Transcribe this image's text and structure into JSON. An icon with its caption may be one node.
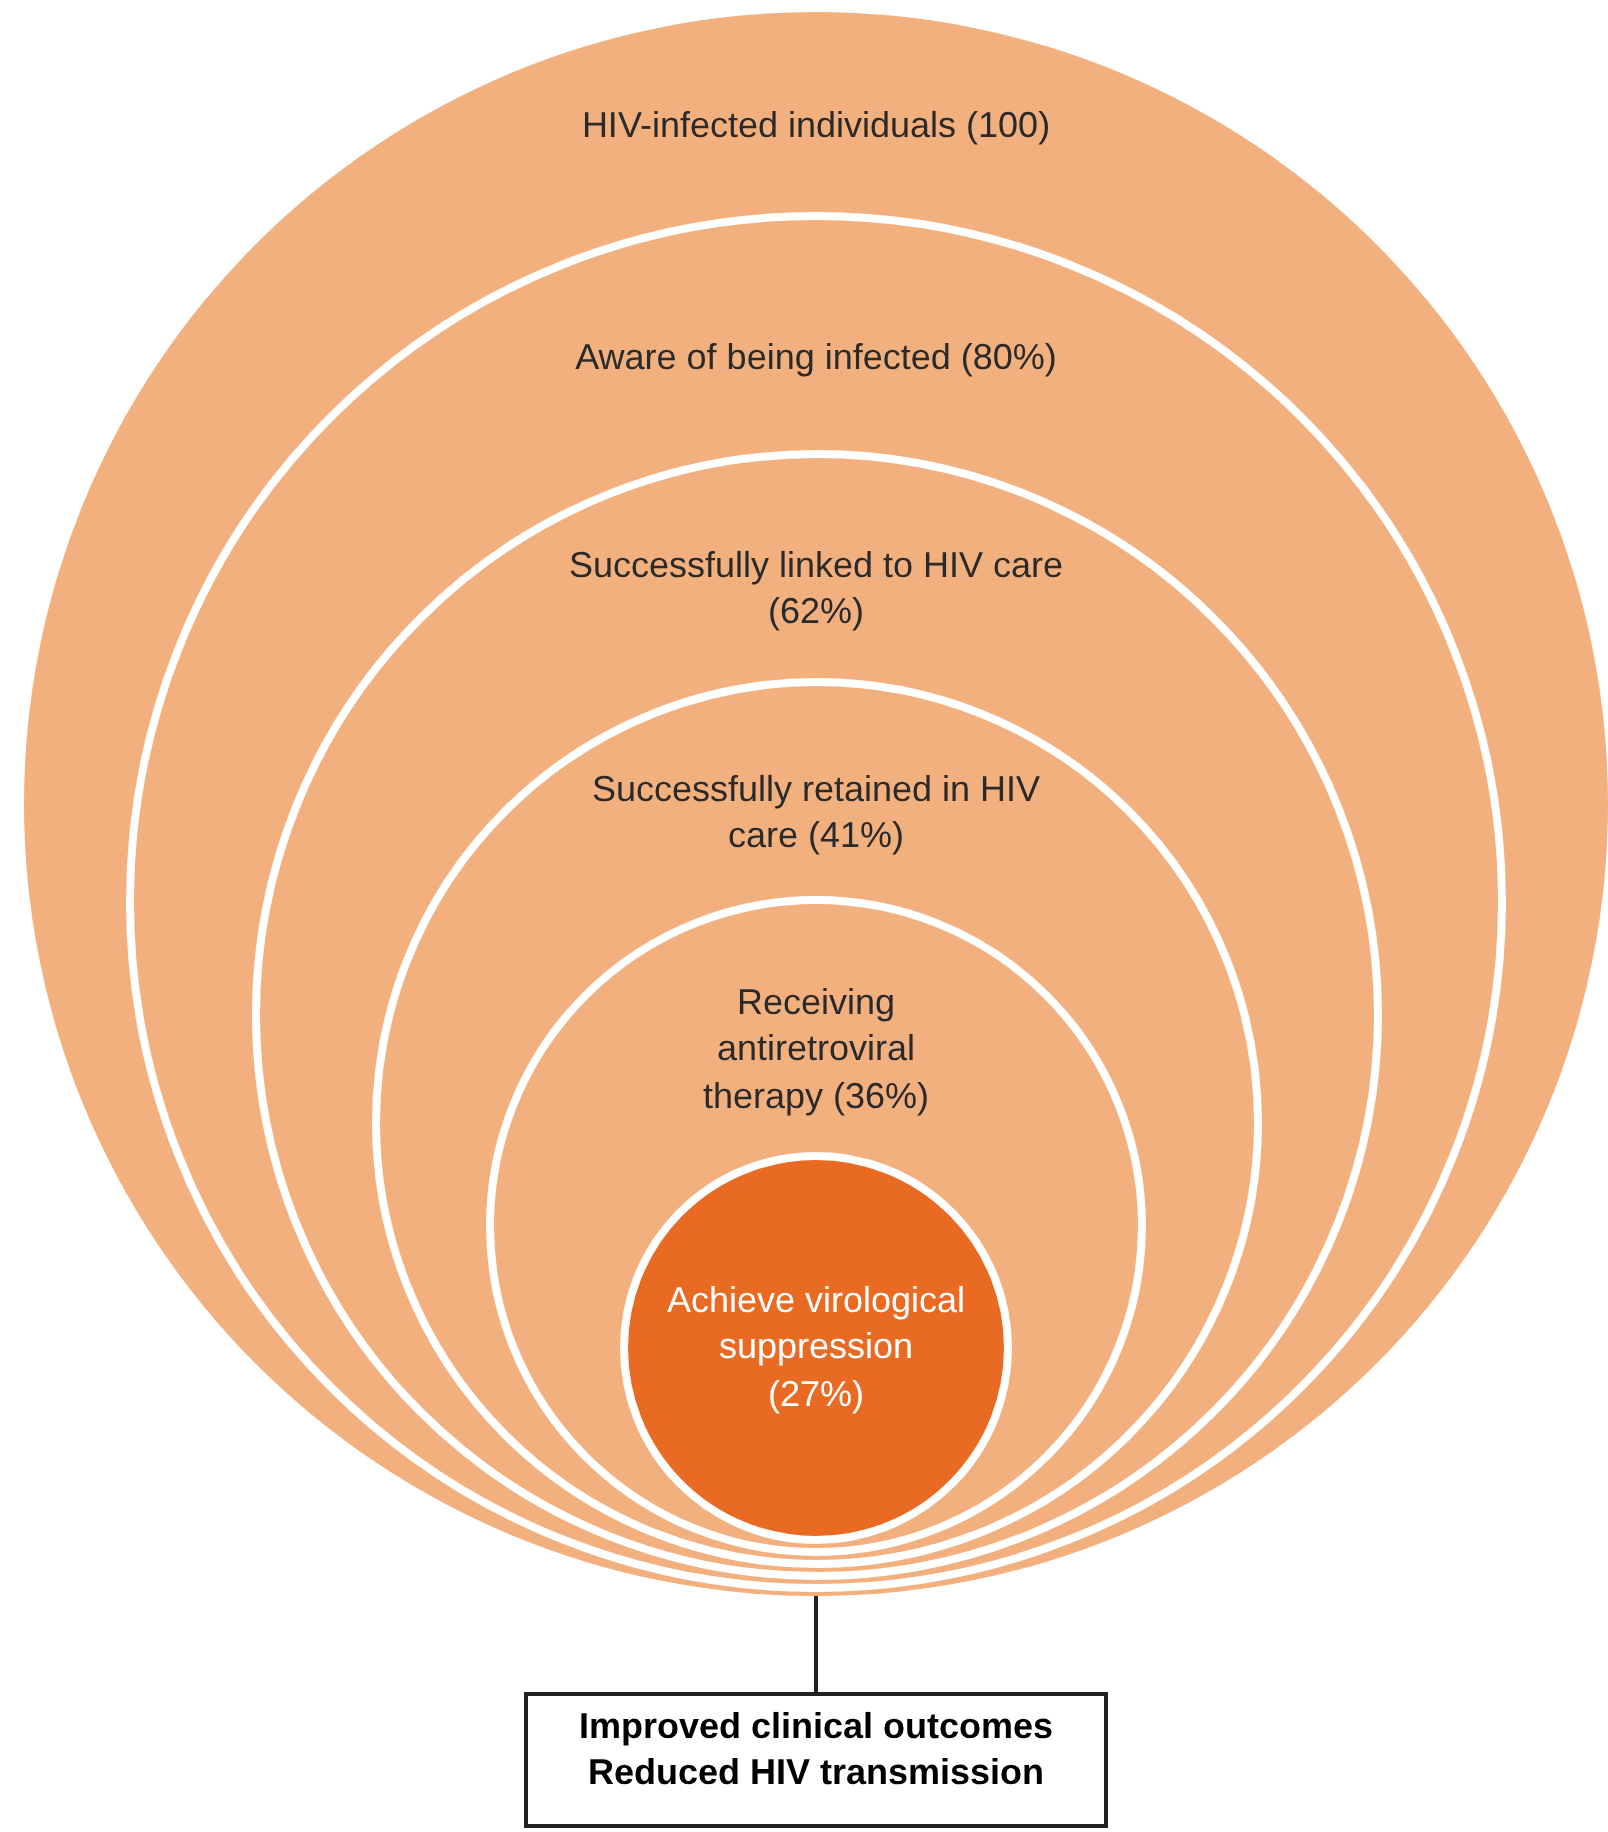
{
  "diagram": {
    "nodes": [
      {
        "text": [
          "HIV-infected individuals (100)"
        ]
      },
      {
        "text": [
          "Aware of being infected (80%)"
        ],
        "in": 0
      },
      {
        "text": [
          "Successfully linked to HIV care (62%)"
        ],
        "in": 1
      },
      {
        "text": [
          "Successfully retained in HIV care (41%)"
        ],
        "in": 2
      },
      {
        "text": [
          "Receiving antiretroviral therapy (36%)"
        ],
        "in": 3
      },
      {
        "text": [
          "Achieve virological suppression (27%)"
        ],
        "in": 4
      },
      {
        "text": [
          "Improved clinical outcomes",
          "Reduced HIV transmission"
        ]
      }
    ],
    "edges": [
      {
        "from": 5,
        "to": 6,
        "arrow": "none"
      }
    ]
  }
}
